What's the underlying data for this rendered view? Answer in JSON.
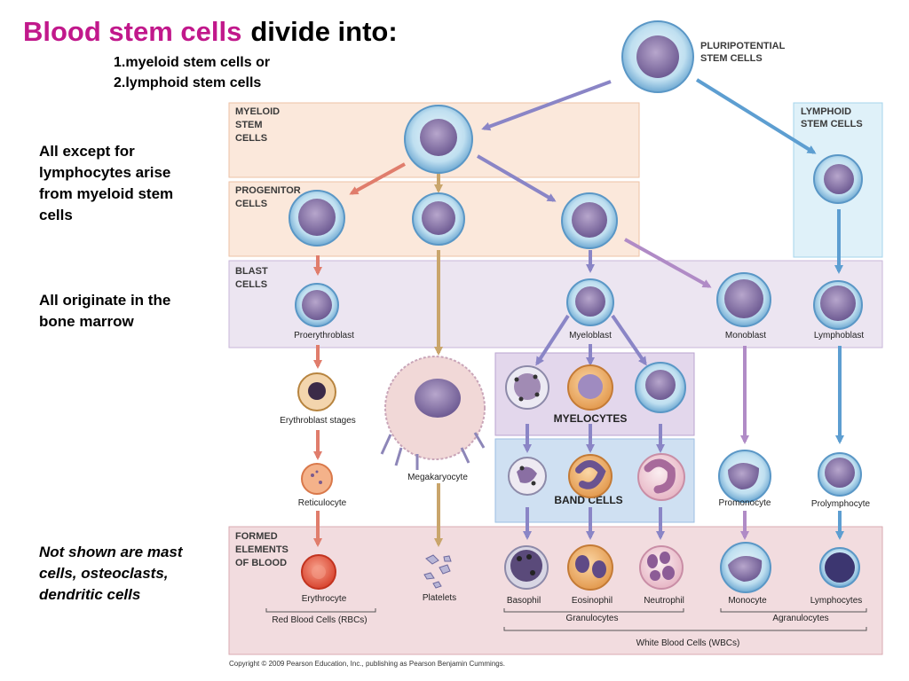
{
  "slide": {
    "title_highlight": "Blood stem cells",
    "title_rest": "divide into:",
    "subtitle_1": "1.myeloid stem cells or",
    "subtitle_2": "2.lymphoid stem cells",
    "note_1": "All except for lymphocytes arise from myeloid stem cells",
    "note_2": "All originate in the bone marrow",
    "note_3": "Not shown are mast cells, osteoclasts, dendritic cells"
  },
  "colors": {
    "title_highlight": "#c1188b",
    "myeloid_panel": "#fbe8db",
    "progenitor_panel": "#fbe8db",
    "lymphoid_panel": "#dff1f9",
    "blast_panel": "#ece5f1",
    "myelocyte_panel": "#e3d7ec",
    "band_panel": "#cfe0f2",
    "formed_panel": "#f2dcdf",
    "arrow_red": "#e07d6c",
    "arrow_tan": "#c9a56b",
    "arrow_purple": "#8a85c6",
    "arrow_blue": "#5d9ed1",
    "arrow_violet": "#b08bc6"
  },
  "diagram": {
    "pluripotential": "PLURIPOTENTIAL STEM CELLS",
    "myeloid_stem": "MYELOID STEM CELLS",
    "lymphoid_stem": "LYMPHOID STEM CELLS",
    "progenitor": "PROGENITOR CELLS",
    "blast": "BLAST CELLS",
    "myelocytes": "MYELOCYTES",
    "band_cells": "BAND CELLS",
    "formed_elements": "FORMED ELEMENTS OF BLOOD",
    "cells": {
      "proerythroblast": "Proerythroblast",
      "myeloblast": "Myeloblast",
      "monoblast": "Monoblast",
      "lymphoblast": "Lymphoblast",
      "erythroblast_stages": "Erythroblast stages",
      "megakaryocyte": "Megakaryocyte",
      "reticulocyte": "Reticulocyte",
      "promonocyte": "Promonocyte",
      "prolymphocyte": "Prolymphocyte",
      "erythrocyte": "Erythrocyte",
      "platelets": "Platelets",
      "basophil": "Basophil",
      "eosinophil": "Eosinophil",
      "neutrophil": "Neutrophil",
      "monocyte": "Monocyte",
      "lymphocytes": "Lymphocytes"
    },
    "groups": {
      "rbc": "Red Blood Cells (RBCs)",
      "granulocytes": "Granulocytes",
      "agranulocytes": "Agranulocytes",
      "wbc": "White Blood Cells (WBCs)"
    },
    "copyright": "Copyright © 2009 Pearson Education, Inc., publishing as Pearson Benjamin Cummings."
  }
}
